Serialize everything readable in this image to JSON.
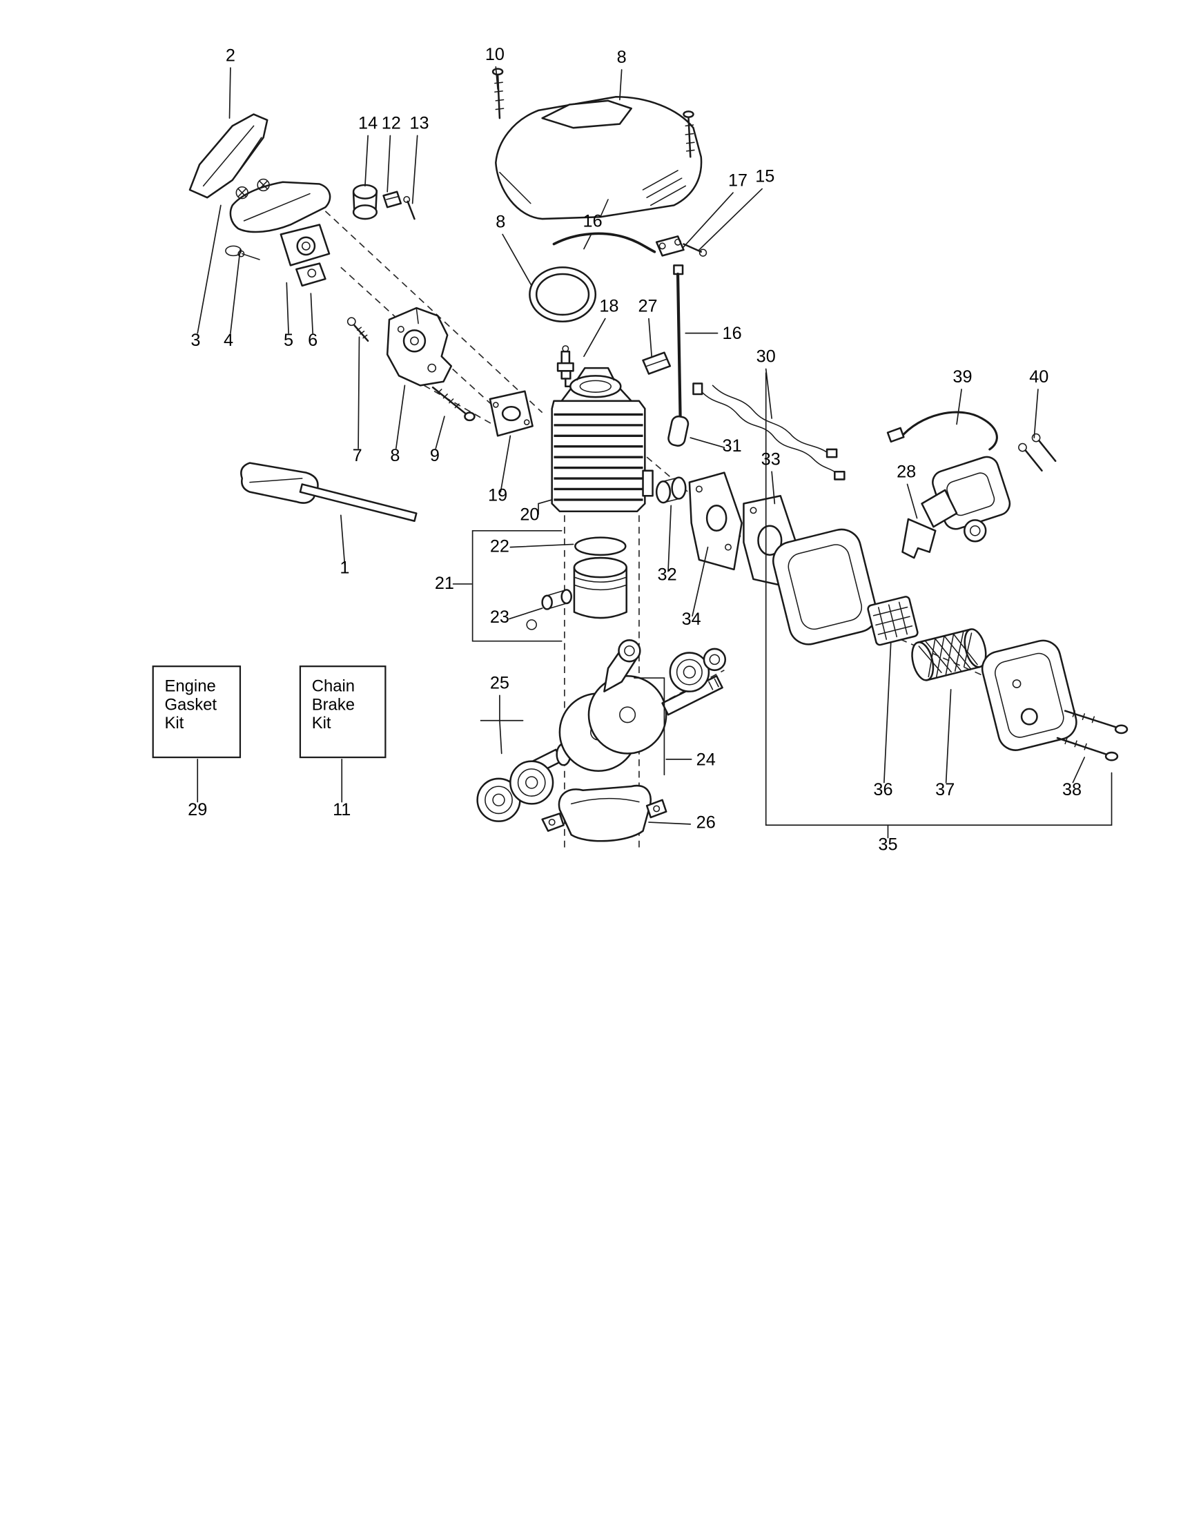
{
  "diagram": {
    "callouts": {
      "p1": "1",
      "p2": "2",
      "p3": "3",
      "p4": "4",
      "p5": "5",
      "p6": "6",
      "p7": "7",
      "p8a": "8",
      "p8b": "8",
      "p8c": "8",
      "p9": "9",
      "p10": "10",
      "p11": "11",
      "p12": "12",
      "p13": "13",
      "p14": "14",
      "p15": "15",
      "p16a": "16",
      "p16b": "16",
      "p17": "17",
      "p18": "18",
      "p19": "19",
      "p20": "20",
      "p21": "21",
      "p22": "22",
      "p23": "23",
      "p24": "24",
      "p25": "25",
      "p26": "26",
      "p27": "27",
      "p28": "28",
      "p29": "29",
      "p30": "30",
      "p31": "31",
      "p32": "32",
      "p33": "33",
      "p34": "34",
      "p35": "35",
      "p36": "36",
      "p37": "37",
      "p38": "38",
      "p39": "39",
      "p40": "40"
    },
    "kits": {
      "engine_gasket": {
        "line1": "Engine",
        "line2": "Gasket",
        "line3": "Kit"
      },
      "chain_brake": {
        "line1": "Chain",
        "line2": "Brake",
        "line3": "Kit"
      }
    },
    "colors": {
      "ink": "#1a1a1a",
      "background": "#ffffff"
    }
  }
}
